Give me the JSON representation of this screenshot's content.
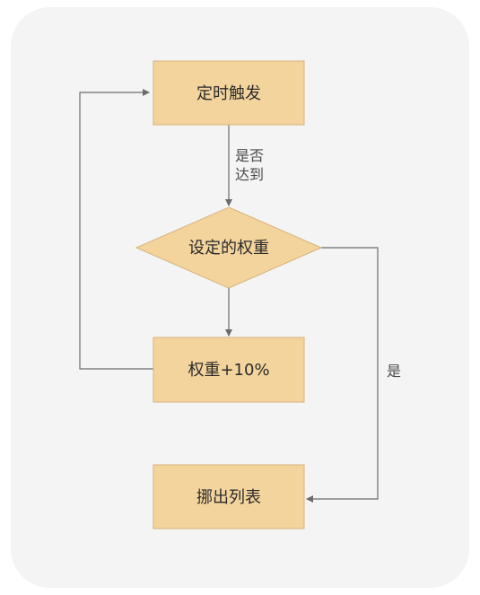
{
  "diagram": {
    "colors": {
      "background": "#f4f4f4",
      "node_fill": "#f3d49d",
      "node_stroke": "#d7b27a",
      "edge": "#6b6b6b",
      "text": "#2b2b2b"
    },
    "nodes": {
      "trigger": "定时触发",
      "decision": "设定的权重",
      "increase": "权重+10%",
      "remove": "挪出列表"
    },
    "edges": {
      "trigger_to_decision_line1": "是否",
      "trigger_to_decision_line2": "达到",
      "decision_to_remove": "是"
    }
  }
}
